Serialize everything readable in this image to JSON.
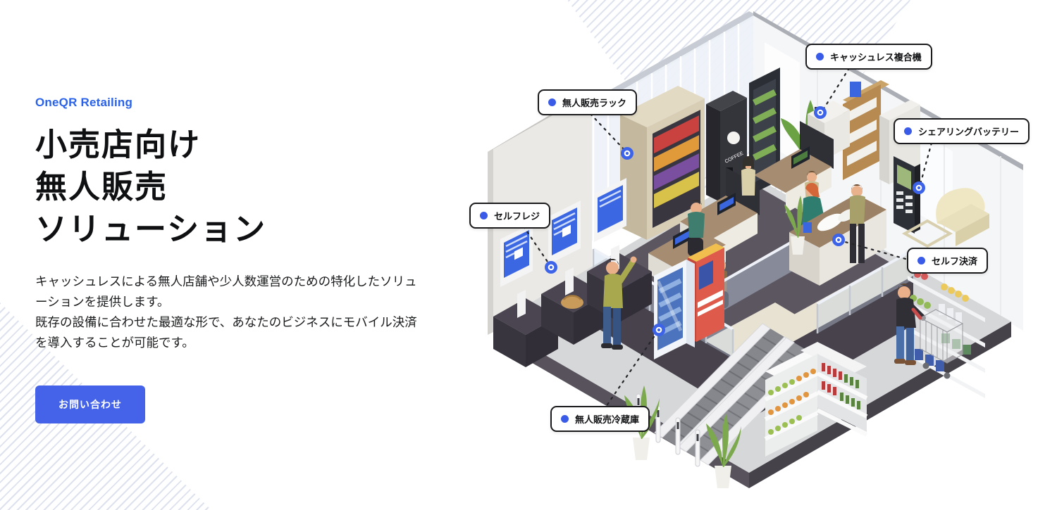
{
  "hero": {
    "brand": "OneQR Retailing",
    "heading_lines": [
      "小売店向け",
      "無人販売",
      "ソリューション"
    ],
    "description_sentences": [
      "キャッシュレスによる無人店舗や少人数運営のための特化したソリューションを提供します。",
      "既存の設備に合わせた最適な形で、あなたのビジネスにモバイル決済を導入することが可能です。"
    ],
    "cta_label": "お問い合わせ"
  },
  "illustration": {
    "callouts": [
      {
        "id": "rack",
        "label": "無人販売ラック"
      },
      {
        "id": "multifunction",
        "label": "キャッシュレス複合機"
      },
      {
        "id": "battery",
        "label": "シェアリングバッテリー"
      },
      {
        "id": "self_register",
        "label": "セルフレジ"
      },
      {
        "id": "self_payment",
        "label": "セルフ決済"
      },
      {
        "id": "fridge",
        "label": "無人販売冷蔵庫"
      }
    ],
    "coffee_machine_label": "COFFEE"
  },
  "colors": {
    "brand_blue": "#2a62e9",
    "button_blue": "#4463e8",
    "marker_blue": "#3d63e8",
    "label_border": "#1a1a1c",
    "stripe": "#dde2ee"
  }
}
